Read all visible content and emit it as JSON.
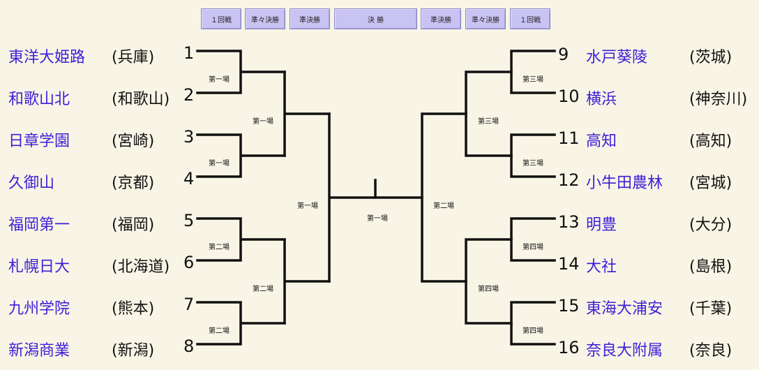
{
  "rounds": [
    {
      "label": "１回戦"
    },
    {
      "label": "準々決勝"
    },
    {
      "label": "準決勝"
    },
    {
      "label": "決 勝"
    },
    {
      "label": "準決勝"
    },
    {
      "label": "準々決勝"
    },
    {
      "label": "１回戦"
    }
  ],
  "left_teams": [
    {
      "name": "東洋大姫路",
      "pref": "(兵庫)",
      "seed": "1"
    },
    {
      "name": "和歌山北",
      "pref": "(和歌山)",
      "seed": "2"
    },
    {
      "name": "日章学園",
      "pref": "(宮崎)",
      "seed": "3"
    },
    {
      "name": "久御山",
      "pref": "(京都)",
      "seed": "4"
    },
    {
      "name": "福岡第一",
      "pref": "(福岡)",
      "seed": "5"
    },
    {
      "name": "札幌日大",
      "pref": "(北海道)",
      "seed": "6"
    },
    {
      "name": "九州学院",
      "pref": "(熊本)",
      "seed": "7"
    },
    {
      "name": "新潟商業",
      "pref": "(新潟)",
      "seed": "8"
    }
  ],
  "right_teams": [
    {
      "name": "水戸葵陵",
      "pref": "(茨城)",
      "seed": "9"
    },
    {
      "name": "横浜",
      "pref": "(神奈川)",
      "seed": "10"
    },
    {
      "name": "高知",
      "pref": "(高知)",
      "seed": "11"
    },
    {
      "name": "小牛田農林",
      "pref": "(宮城)",
      "seed": "12"
    },
    {
      "name": "明豊",
      "pref": "(大分)",
      "seed": "13"
    },
    {
      "name": "大社",
      "pref": "(島根)",
      "seed": "14"
    },
    {
      "name": "東海大浦安",
      "pref": "(千葉)",
      "seed": "15"
    },
    {
      "name": "奈良大附属",
      "pref": "(奈良)",
      "seed": "16"
    }
  ],
  "venues": {
    "left_r1": [
      "第一場",
      "第一場",
      "第二場",
      "第二場"
    ],
    "left_qf": [
      "第一場",
      "第二場"
    ],
    "left_sf": "第一場",
    "final": "第一場",
    "right_sf": "第二場",
    "right_qf": [
      "第三場",
      "第四場"
    ],
    "right_r1": [
      "第三場",
      "第三場",
      "第四場",
      "第四場"
    ]
  },
  "colors": {
    "background": "#f8f5e6",
    "team_name": "#3d1fd6",
    "tab_fill": "#c9c3f3",
    "line": "#111111"
  }
}
